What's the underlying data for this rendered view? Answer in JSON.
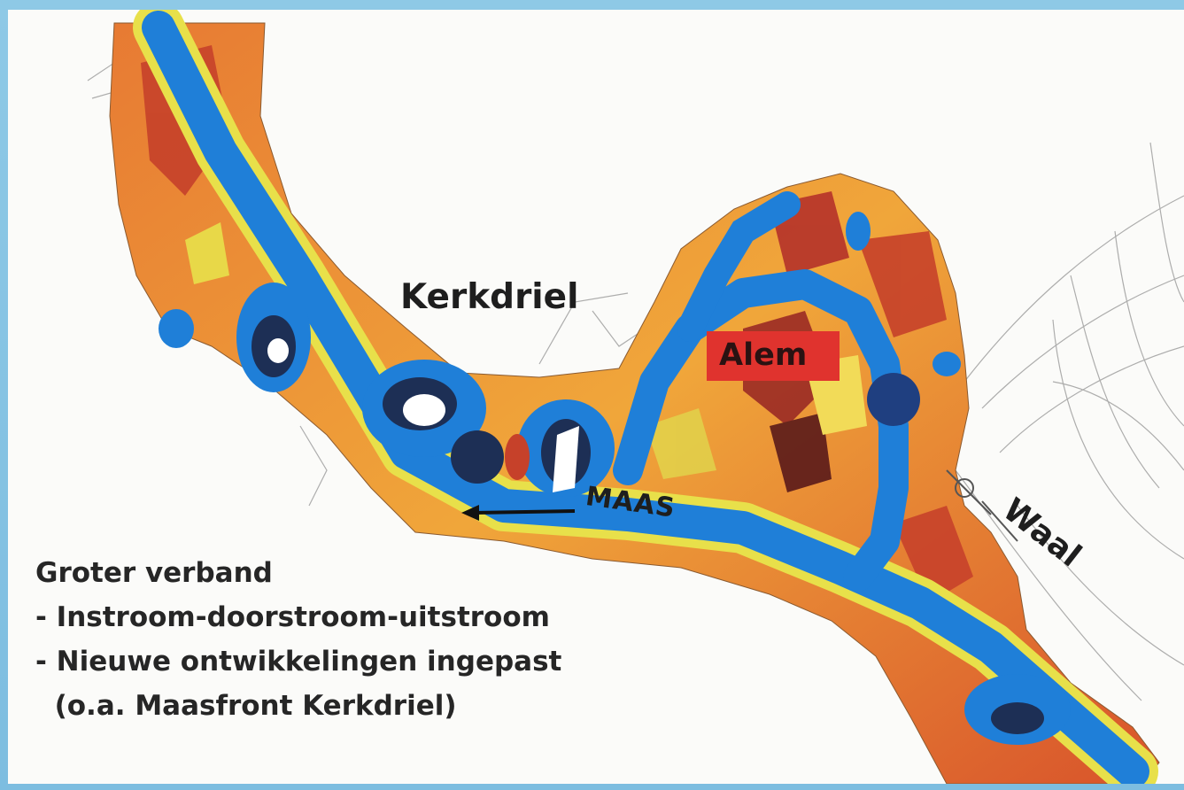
{
  "map": {
    "labels": {
      "kerkdriel": "Kerkdriel",
      "alem": "Alem",
      "maas": "MAAS",
      "waal": "Waal"
    },
    "caption": {
      "heading": "Groter verband",
      "bullets": [
        "- Instroom-doorstroom-uitstroom",
        "- Nieuwe ontwikkelingen ingepast",
        "  (o.a. Maasfront Kerkdriel)"
      ]
    },
    "colors": {
      "frame_background": "#7dbde0",
      "river": "#1f7fd8",
      "deep_water": "#1d2f55",
      "floodplain_high": "#d8532b",
      "floodplain_mid": "#f0a63a",
      "floodplain_low": "#e8e04a",
      "alem_highlight": "#e0332e"
    }
  }
}
